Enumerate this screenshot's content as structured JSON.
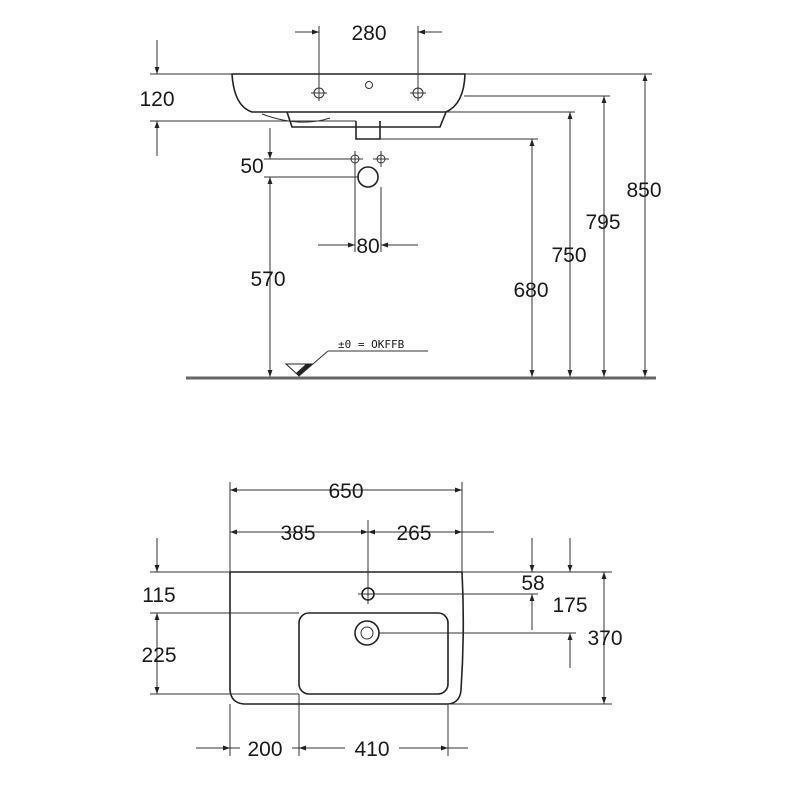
{
  "elevation": {
    "d280": "280",
    "d120": "120",
    "d50": "50",
    "d80": "80",
    "d570": "570",
    "d680": "680",
    "d750": "750",
    "d795": "795",
    "d850": "850",
    "floor_note": "±0 = OKFFB"
  },
  "plan": {
    "d650": "650",
    "d385": "385",
    "d265": "265",
    "d115": "115",
    "d225": "225",
    "d58": "58",
    "d175": "175",
    "d370": "370",
    "d200": "200",
    "d410": "410"
  }
}
